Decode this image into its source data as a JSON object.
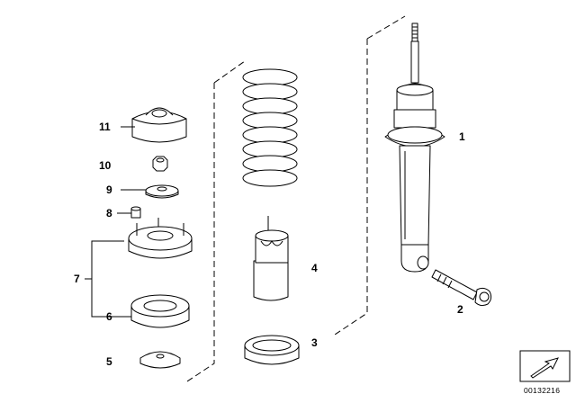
{
  "diagram": {
    "parts": [
      {
        "number": "1"
      },
      {
        "number": "2"
      },
      {
        "number": "3"
      },
      {
        "number": "4"
      },
      {
        "number": "5"
      },
      {
        "number": "6"
      },
      {
        "number": "7"
      },
      {
        "number": "8"
      },
      {
        "number": "9"
      },
      {
        "number": "10"
      },
      {
        "number": "11"
      }
    ],
    "reference_number": "00132216"
  }
}
